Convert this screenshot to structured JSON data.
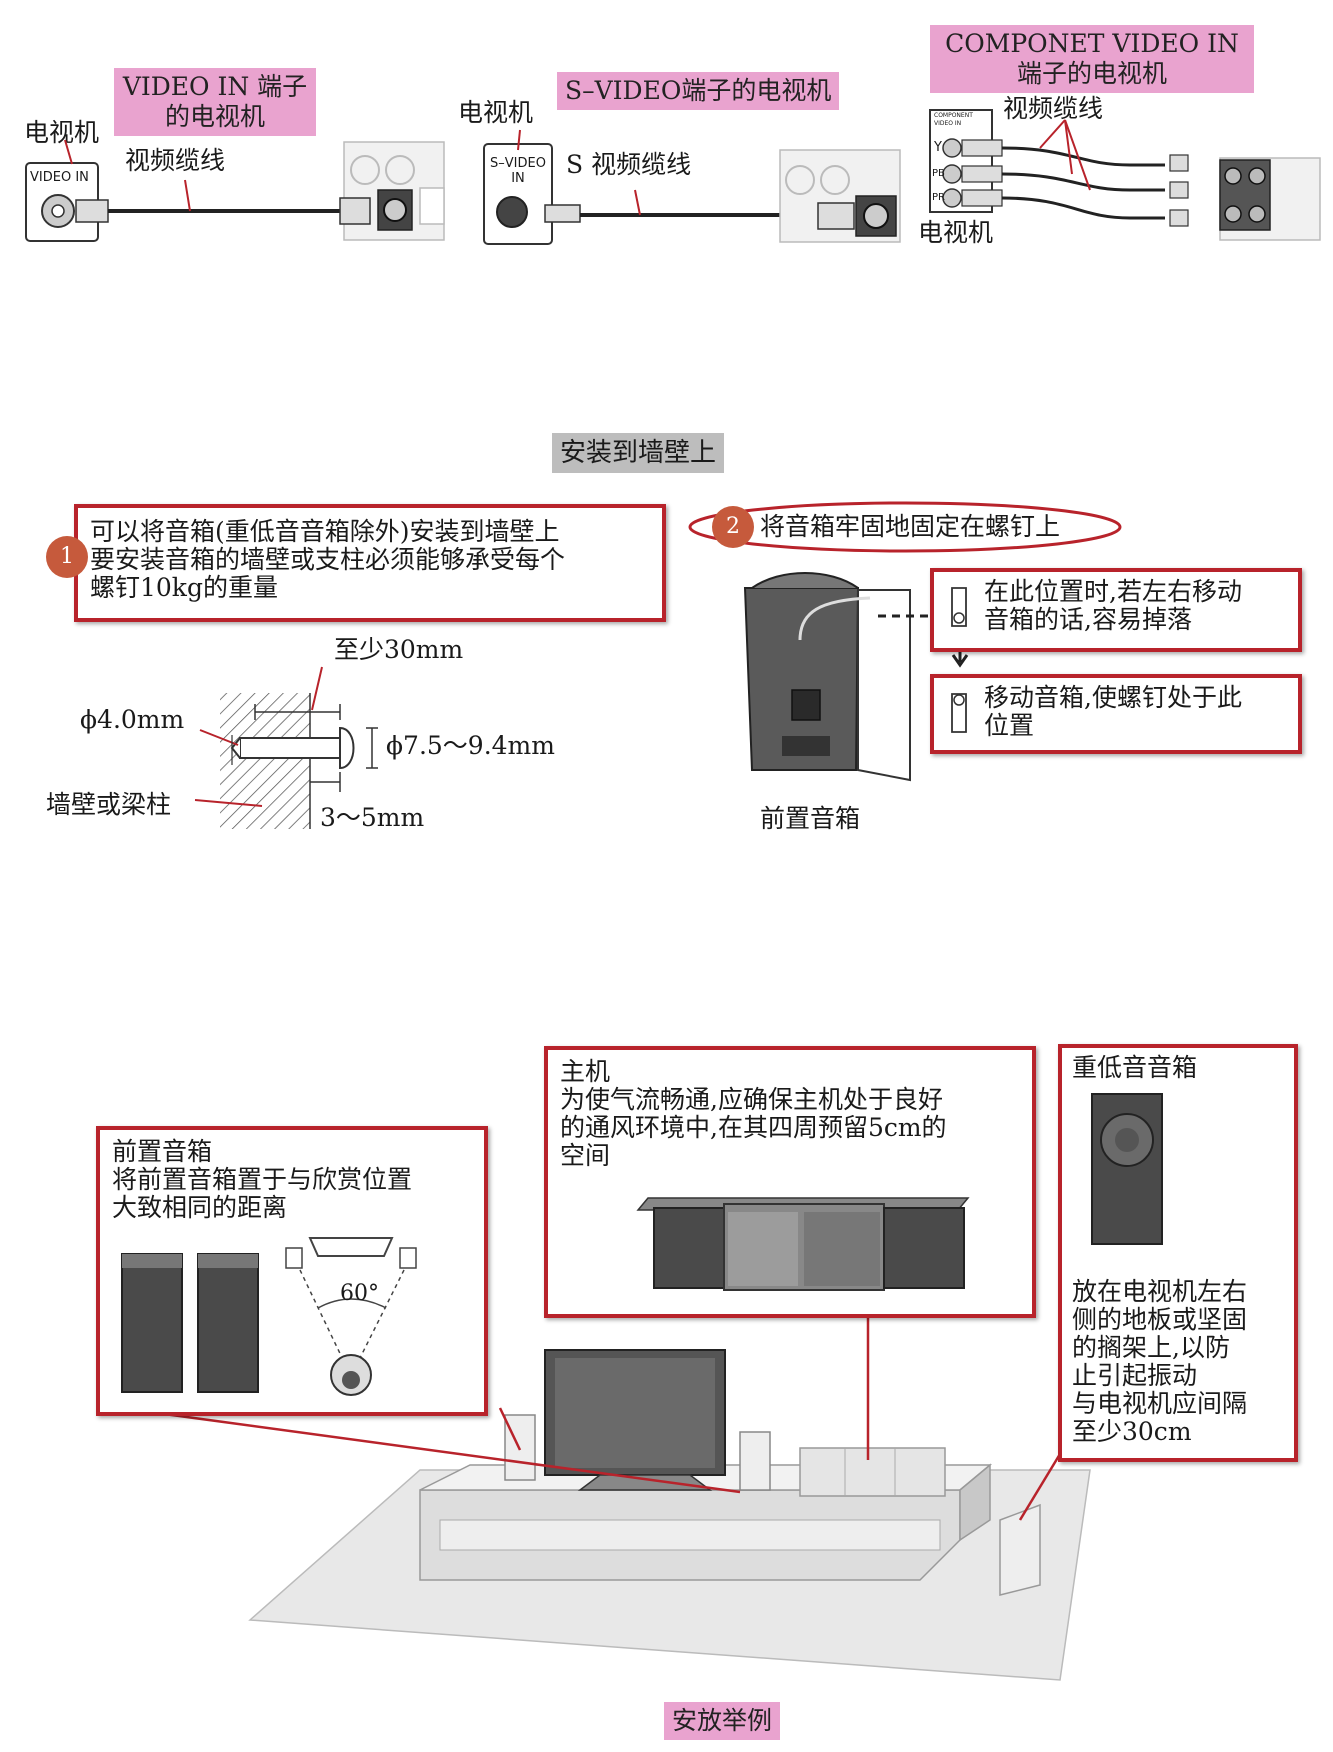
{
  "connections": {
    "video_in": {
      "label_lines": [
        "VIDEO IN 端子",
        "的电视机"
      ],
      "tv_label": "电视机",
      "port_label": "VIDEO IN",
      "cable_label": "视频缆线"
    },
    "s_video": {
      "label": "S–VIDEO端子的电视机",
      "tv_label": "电视机",
      "port_label_lines": [
        "S–VIDEO",
        "IN"
      ],
      "cable_label": "S 视频缆线"
    },
    "component": {
      "label_lines": [
        "COMPONET VIDEO IN",
        "端子的电视机"
      ],
      "cable_label": "视频缆线",
      "tv_label": "电视机",
      "port_labels": [
        "COMPONENT",
        "VIDEO IN"
      ],
      "jack_labels": [
        "Y",
        "PB",
        "PR"
      ]
    }
  },
  "wall_mount": {
    "section_title": "安装到墙壁上",
    "step1": {
      "number": "1",
      "lines": [
        "可以将音箱(重低音音箱除外)安装到墙壁上",
        "要安装音箱的墙壁或支柱必须能够承受每个",
        "螺钉10kg的重量"
      ]
    },
    "step2": {
      "number": "2",
      "text": "将音箱牢固地固定在螺钉上"
    },
    "dims": {
      "min_depth": "至少30mm",
      "screw_diameter": "ϕ4.0mm",
      "head_diameter": "ϕ7.5～9.4mm",
      "wall_label": "墙壁或梁柱",
      "protrusion": "3～5mm"
    },
    "warning_lines": [
      "在此位置时,若左右移动",
      "音箱的话,容易掉落"
    ],
    "instruction_lines": [
      "移动音箱,使螺钉处于此",
      "位置"
    ],
    "speaker_caption": "前置音箱"
  },
  "placement": {
    "front": {
      "lines": [
        "前置音箱",
        "将前置音箱置于与欣赏位置",
        "大致相同的距离"
      ],
      "angle": "60°"
    },
    "main_unit": {
      "lines": [
        "主机",
        "为使气流畅通,应确保主机处于良好",
        "的通风环境中,在其四周预留5cm的",
        "空间"
      ]
    },
    "subwoofer": {
      "title": "重低音音箱",
      "lines": [
        "放在电视机左右",
        "侧的地板或坚固",
        "的搁架上,以防",
        "止引起振动",
        "与电视机应间隔",
        "至少30cm"
      ]
    },
    "caption": "安放举例"
  },
  "colors": {
    "accent_red": "#b8232b",
    "label_pink": "#e9a3cf",
    "step_circle": "#c65a3c",
    "title_gray": "#bdbdbd"
  }
}
